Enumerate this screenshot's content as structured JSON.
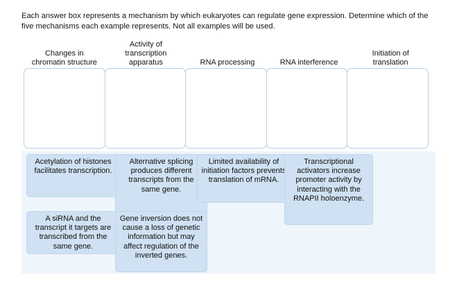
{
  "prompt": "Each answer box represents a mechanism by which eukaryotes can regulate gene expression. Determine which of the five mechanisms each example represents. Not all examples will be used.",
  "columns": [
    {
      "label_line1": "Changes in",
      "label_line2": "chromatin structure"
    },
    {
      "label_line1": "Activity of",
      "label_line2": "transcription",
      "label_line3": "apparatus"
    },
    {
      "label_line1": "RNA processing",
      "label_line2": ""
    },
    {
      "label_line1": "RNA interference",
      "label_line2": ""
    },
    {
      "label_line1": "Initiation of",
      "label_line2": "translation"
    }
  ],
  "dropzones": [
    {
      "content": ""
    },
    {
      "content": ""
    },
    {
      "content": ""
    },
    {
      "content": ""
    },
    {
      "content": ""
    }
  ],
  "answer_bank": {
    "tiles": [
      {
        "text": "Acetylation of histones facilitates transcription."
      },
      {
        "text": "Alternative splicing produces different transcripts from the same gene."
      },
      {
        "text": "Limited availability of initiation factors prevents translation of mRNA."
      },
      {
        "text": "Transcriptional activators increase promoter activity by interacting with the RNAPII holoenzyme."
      },
      {
        "text": "A siRNA and the transcript it targets are transcribed from the same gene."
      },
      {
        "text": "Gene inversion does not cause a loss of genetic information but may affect regulation of the inverted genes."
      }
    ]
  },
  "colors": {
    "tile_fill": "#cfe1f2",
    "tile_border": "#c0d6ea",
    "bank_background": "#eef5fb",
    "dropzone_border": "#b6cfe2",
    "page_background": "#ffffff",
    "text": "#141414"
  }
}
